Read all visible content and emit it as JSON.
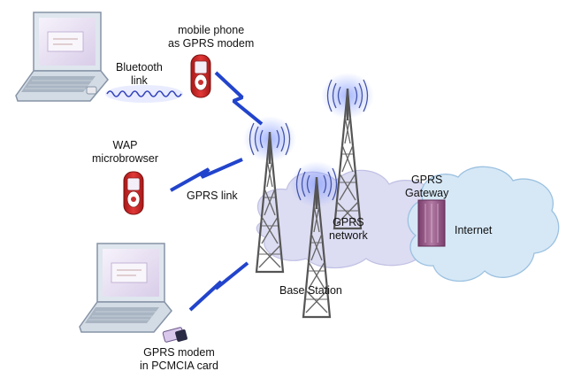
{
  "labels": {
    "mobile_phone_modem": [
      "mobile phone",
      "as GPRS modem"
    ],
    "bluetooth": [
      "Bluetooth",
      "link"
    ],
    "wap": [
      "WAP",
      "microbrowser"
    ],
    "gprs_link": "GPRS link",
    "gprs_network": [
      "GPRS",
      "network"
    ],
    "gprs_gateway": [
      "GPRS",
      "Gateway"
    ],
    "internet": "Internet",
    "base_station": "Base Station",
    "pcmcia": [
      "GPRS modem",
      "in PCMCIA card"
    ]
  },
  "colors": {
    "gprs_cloud": "#dcdcf2",
    "internet_cloud": "#d6e8f6",
    "link_blue": "#2244cc",
    "phone_red": "#cc2222",
    "gateway_purple": "#9a5a8a",
    "tower_gray": "#555555"
  }
}
